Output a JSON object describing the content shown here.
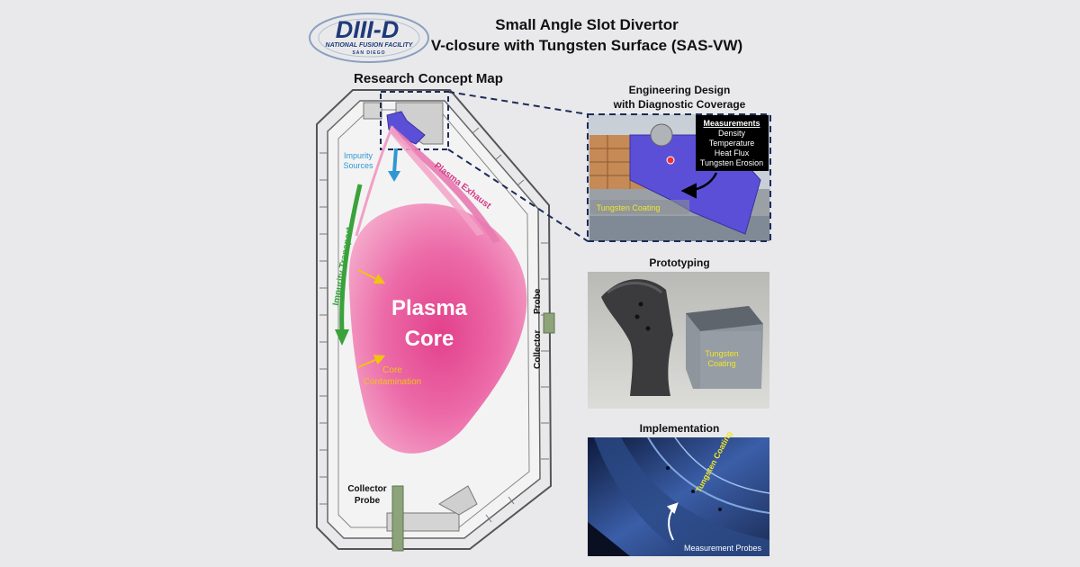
{
  "logo": {
    "name": "DIII-D",
    "line1": "NATIONAL FUSION FACILITY",
    "line2": "SAN DIEGO"
  },
  "title": {
    "line1": "Small Angle Slot Divertor",
    "line2": "V-closure with Tungsten Surface (SAS-VW)"
  },
  "concept_map": {
    "heading": "Research Concept Map",
    "impurity_sources": [
      "Impurity",
      "Sources"
    ],
    "plasma_exhaust": "Plasma Exhaust",
    "impurity_transport": "Impurity Transport",
    "plasma_core": [
      "Plasma",
      "Core"
    ],
    "core_contamination": [
      "Core",
      "Contamination"
    ],
    "collector_probe_right": [
      "Collector",
      "Probe"
    ],
    "collector_probe_bottom": [
      "Collector",
      "Probe"
    ]
  },
  "engineering": {
    "heading": [
      "Engineering Design",
      "with Diagnostic Coverage"
    ],
    "measurements_title": "Measurements",
    "measurements": [
      "Density",
      "Temperature",
      "Heat Flux",
      "Tungsten Erosion"
    ],
    "coating_label": "Tungsten Coating"
  },
  "prototyping": {
    "heading": "Prototyping",
    "coating_label": [
      "Tungsten",
      "Coating"
    ]
  },
  "implementation": {
    "heading": "Implementation",
    "coating_label": "Tungsten Coating",
    "probes_label": "Measurement Probes"
  },
  "colors": {
    "background": "#e9e9eb",
    "plasma_pink": "#e8559a",
    "exhaust_pink": "#e87ab0",
    "transport_green": "#3aa23a",
    "arrow_blue": "#2f97d4",
    "coating_yellow": "#e6e22a",
    "divertor_blue": "#5b4fd8",
    "dashed_navy": "#1d2b5a"
  }
}
